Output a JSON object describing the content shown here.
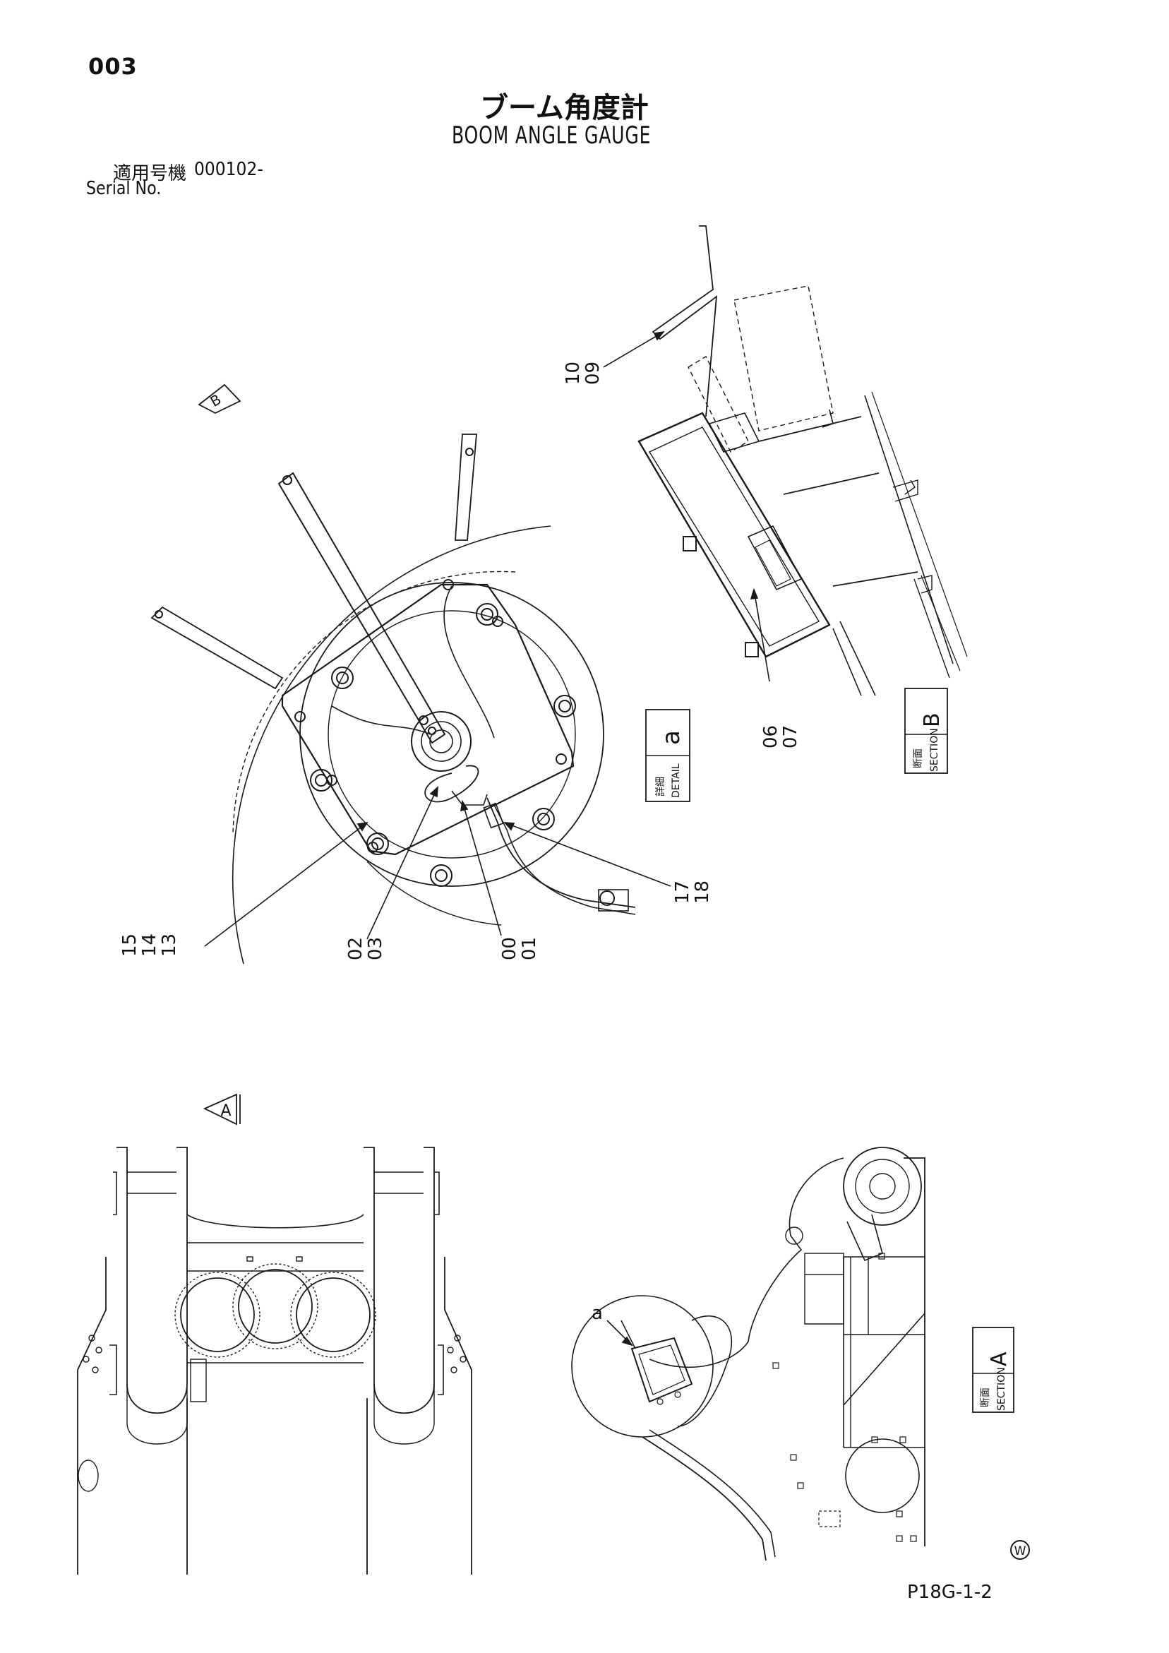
{
  "header": {
    "page_number": "003",
    "title_jp": "ブーム角度計",
    "title_en": "BOOM ANGLE GAUGE",
    "serial_label_jp": "適用号機",
    "serial_value": "000102-",
    "serial_label_en": "Serial No."
  },
  "views": {
    "view_b_marker": "B",
    "view_a_marker": "A",
    "detail": {
      "label_jp": "詳細",
      "label_en": "DETAIL",
      "letter": "a"
    },
    "section_b": {
      "label_jp": "断面",
      "label_en": "SECTION",
      "letter": "B"
    },
    "section_a": {
      "label_jp": "断面",
      "label_en": "SECTION",
      "letter": "A"
    },
    "detail_callout": "a"
  },
  "callouts": {
    "c1": [
      "15",
      "14",
      "13"
    ],
    "c2": [
      "02",
      "03"
    ],
    "c3": [
      "00",
      "01"
    ],
    "c4": [
      "17",
      "18"
    ],
    "c5": [
      "06",
      "07"
    ],
    "c6": [
      "10",
      "09"
    ]
  },
  "footer": {
    "edition_mark": "W",
    "drawing_code": "P18G-1-2"
  }
}
